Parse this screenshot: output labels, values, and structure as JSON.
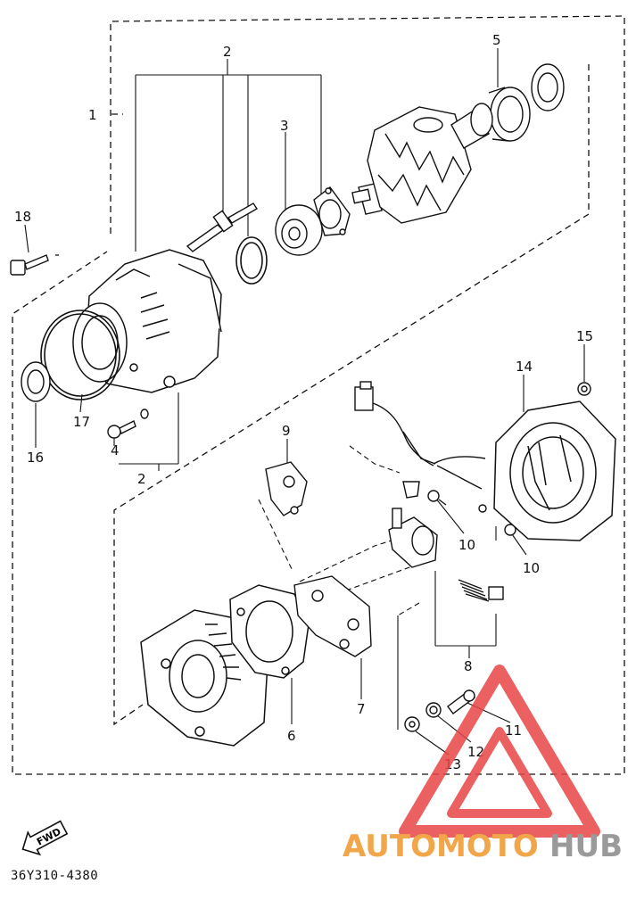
{
  "callouts": {
    "c1": "1",
    "c2_top": "2",
    "c2_bottom": "2",
    "c3": "3",
    "c4": "4",
    "c5": "5",
    "c6": "6",
    "c7": "7",
    "c8": "8",
    "c9": "9",
    "c10_a": "10",
    "c10_b": "10",
    "c11": "11",
    "c12": "12",
    "c13": "13",
    "c14": "14",
    "c15": "15",
    "c16": "16",
    "c17": "17",
    "c18": "18"
  },
  "direction_badge": "FWD",
  "drawing_code": "36Y310-4380",
  "watermark": {
    "part1": "AUTOMOTO",
    "part2": "HUB"
  },
  "colors": {
    "line": "#111111",
    "watermark_orange": "#f1a64a",
    "watermark_red": "#e84545",
    "watermark_gray": "#9a9a9a"
  }
}
